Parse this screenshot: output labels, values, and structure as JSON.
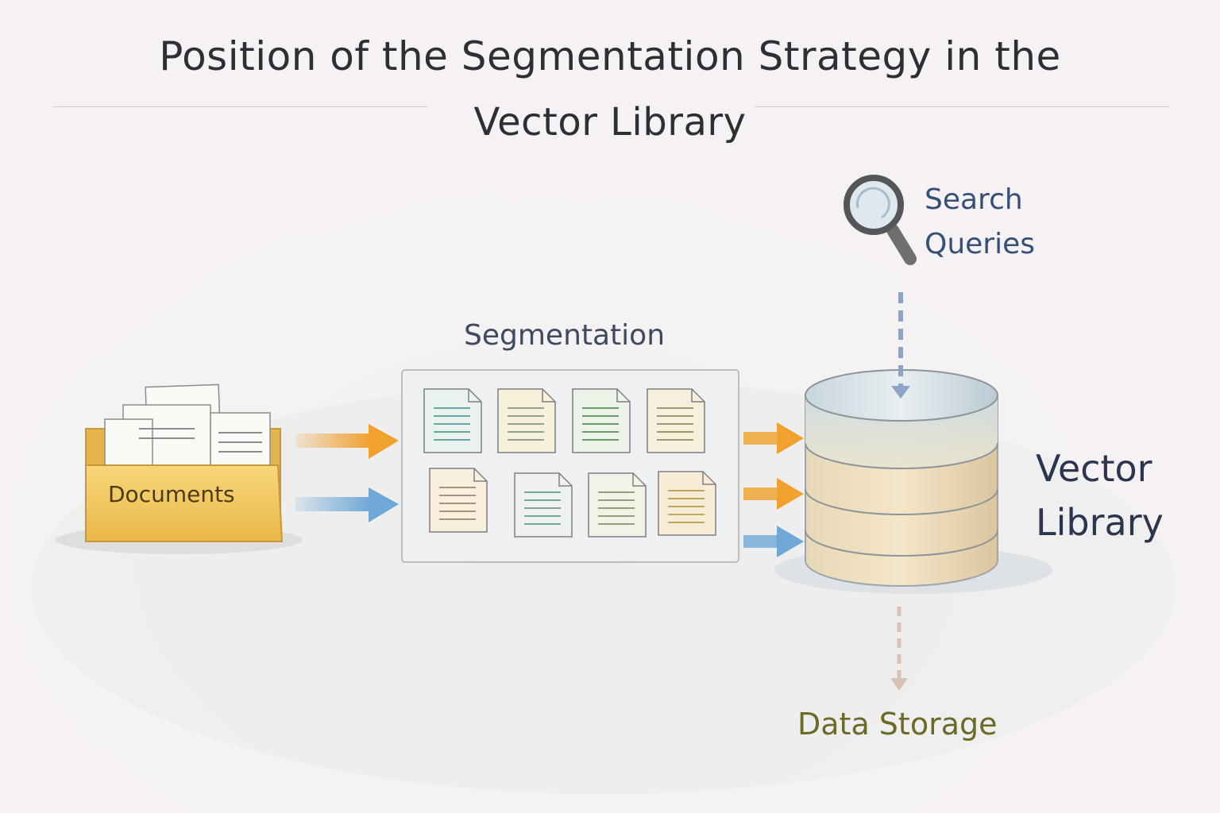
{
  "title": {
    "line1": "Position of the Segmentation Strategy in the",
    "line2": "Vector Library"
  },
  "nodes": {
    "documents": "Documents",
    "segmentation": "Segmentation",
    "search": {
      "line1": "Search",
      "line2": "Queries"
    },
    "vector_library": {
      "line1": "Vector",
      "line2": "Library"
    },
    "data_storage": "Data Storage"
  },
  "colors": {
    "folder": "#f2c75e",
    "arrow_orange": "#f0a12e",
    "arrow_blue": "#6fa8d6",
    "query_arrow": "#8ea3c8",
    "storage_arrow": "#d8c2b4",
    "storage_text": "#6b6a27"
  },
  "icons": [
    "folder-icon",
    "document-icon",
    "search-icon",
    "database-icon"
  ]
}
